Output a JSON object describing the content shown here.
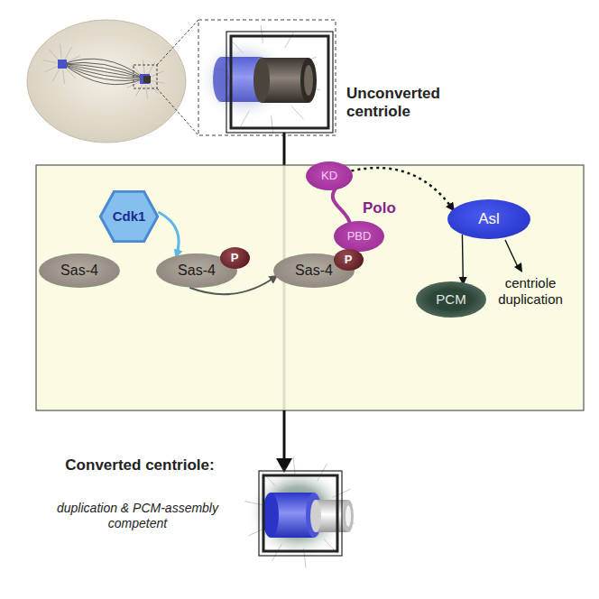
{
  "diagram": {
    "nodes": [
      {
        "text": [
          "Cdk1"
        ]
      },
      {
        "text": [
          "Sas-4"
        ]
      },
      {
        "text": [
          "Sas-4"
        ]
      },
      {
        "text": [
          "P"
        ]
      },
      {
        "text": [
          "Sas-4"
        ]
      },
      {
        "text": [
          "P"
        ]
      },
      {
        "text": [
          "KD"
        ]
      },
      {
        "text": [
          "PBD"
        ]
      },
      {
        "text": [
          "Asl"
        ]
      },
      {
        "text": [
          "PCM"
        ]
      }
    ],
    "edges": [
      {
        "from": 0,
        "to": 2,
        "arrow": "to"
      },
      {
        "from": 2,
        "to": 4,
        "arrow": "to"
      },
      {
        "from": 6,
        "to": 8,
        "arrow": "to"
      },
      {
        "from": 8,
        "to": 9,
        "arrow": "to"
      }
    ],
    "labels": [
      "Unconverted centriole",
      "Polo",
      "centriole duplication",
      "Converted centriole:",
      "duplication & PCM-assembly competent"
    ]
  }
}
